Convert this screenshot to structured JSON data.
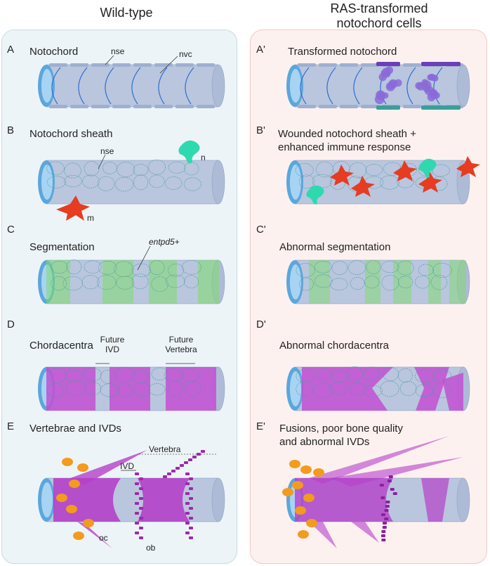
{
  "headers": {
    "left": "Wild-type",
    "right_line1": "RAS-transformed",
    "right_line2": "notochord cells"
  },
  "rows": [
    {
      "left_letter": "A",
      "left_title": "Notochord",
      "right_letter": "A'",
      "right_title": "Transformed notochord"
    },
    {
      "left_letter": "B",
      "left_title": "Notochord sheath",
      "right_letter": "B'",
      "right_title_line1": "Wounded notochord sheath +",
      "right_title_line2": "enhanced immune response"
    },
    {
      "left_letter": "C",
      "left_title": "Segmentation",
      "right_letter": "C'",
      "right_title": "Abnormal segmentation"
    },
    {
      "left_letter": "D",
      "left_title": "Chordacentra",
      "right_letter": "D'",
      "right_title": "Abnormal chordacentra"
    },
    {
      "left_letter": "E",
      "left_title": "Vertebrae and IVDs",
      "right_letter": "E'",
      "right_title_line1": "Fusions, poor bone quality",
      "right_title_line2": "and abnormal IVDs"
    }
  ],
  "annotations": {
    "nse": "nse",
    "nvc": "nvc",
    "nse_b": "nse",
    "n": "n",
    "m": "m",
    "entpd5": "entpd5",
    "entpd5_suffix": "+",
    "future_ivd_1": "Future",
    "future_ivd_2": "IVD",
    "future_vert_1": "Future",
    "future_vert_2": "Vertebra",
    "vertebra": "Vertebra",
    "ivd": "IVD",
    "oc": "oc",
    "ob": "ob"
  },
  "colors": {
    "left_panel": "#edf4f7",
    "right_panel": "#fdf1ef",
    "tube": "#b9c6de",
    "tube_end": "#5aa7dd",
    "segment_green": "#7ddc6a",
    "chordacentra_magenta": "#c24fd3",
    "vertebra_magenta": "#b540c9",
    "osteoclast_orange": "#f39b1d",
    "immune_red": "#e63c22",
    "neutrophil_teal": "#2fd9b0",
    "tumor_purple": "#8a6ad8"
  }
}
